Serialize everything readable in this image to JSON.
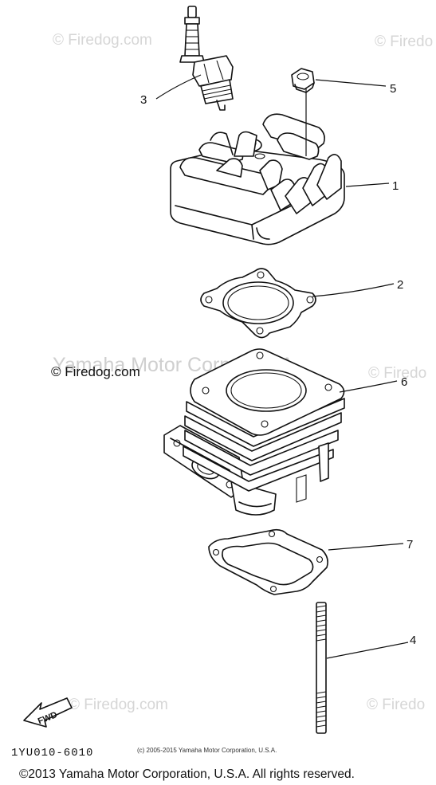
{
  "watermarks": {
    "brand": "© Firedog.com",
    "brand_partial": "© Firedo",
    "motor_corp": "Yamaha Motor Corp. U.S.A."
  },
  "callouts": {
    "c1": "1",
    "c2": "2",
    "c3": "3",
    "c4": "4",
    "c5": "5",
    "c6": "6",
    "c7": "7"
  },
  "fwd_label": "FWD",
  "diagram_code": "1YU010-6010",
  "copyright_small": "(c) 2005-2015 Yamaha Motor Corporation, U.S.A.",
  "copyright_footer": "©2013 Yamaha Motor Corporation, U.S.A. All rights reserved."
}
